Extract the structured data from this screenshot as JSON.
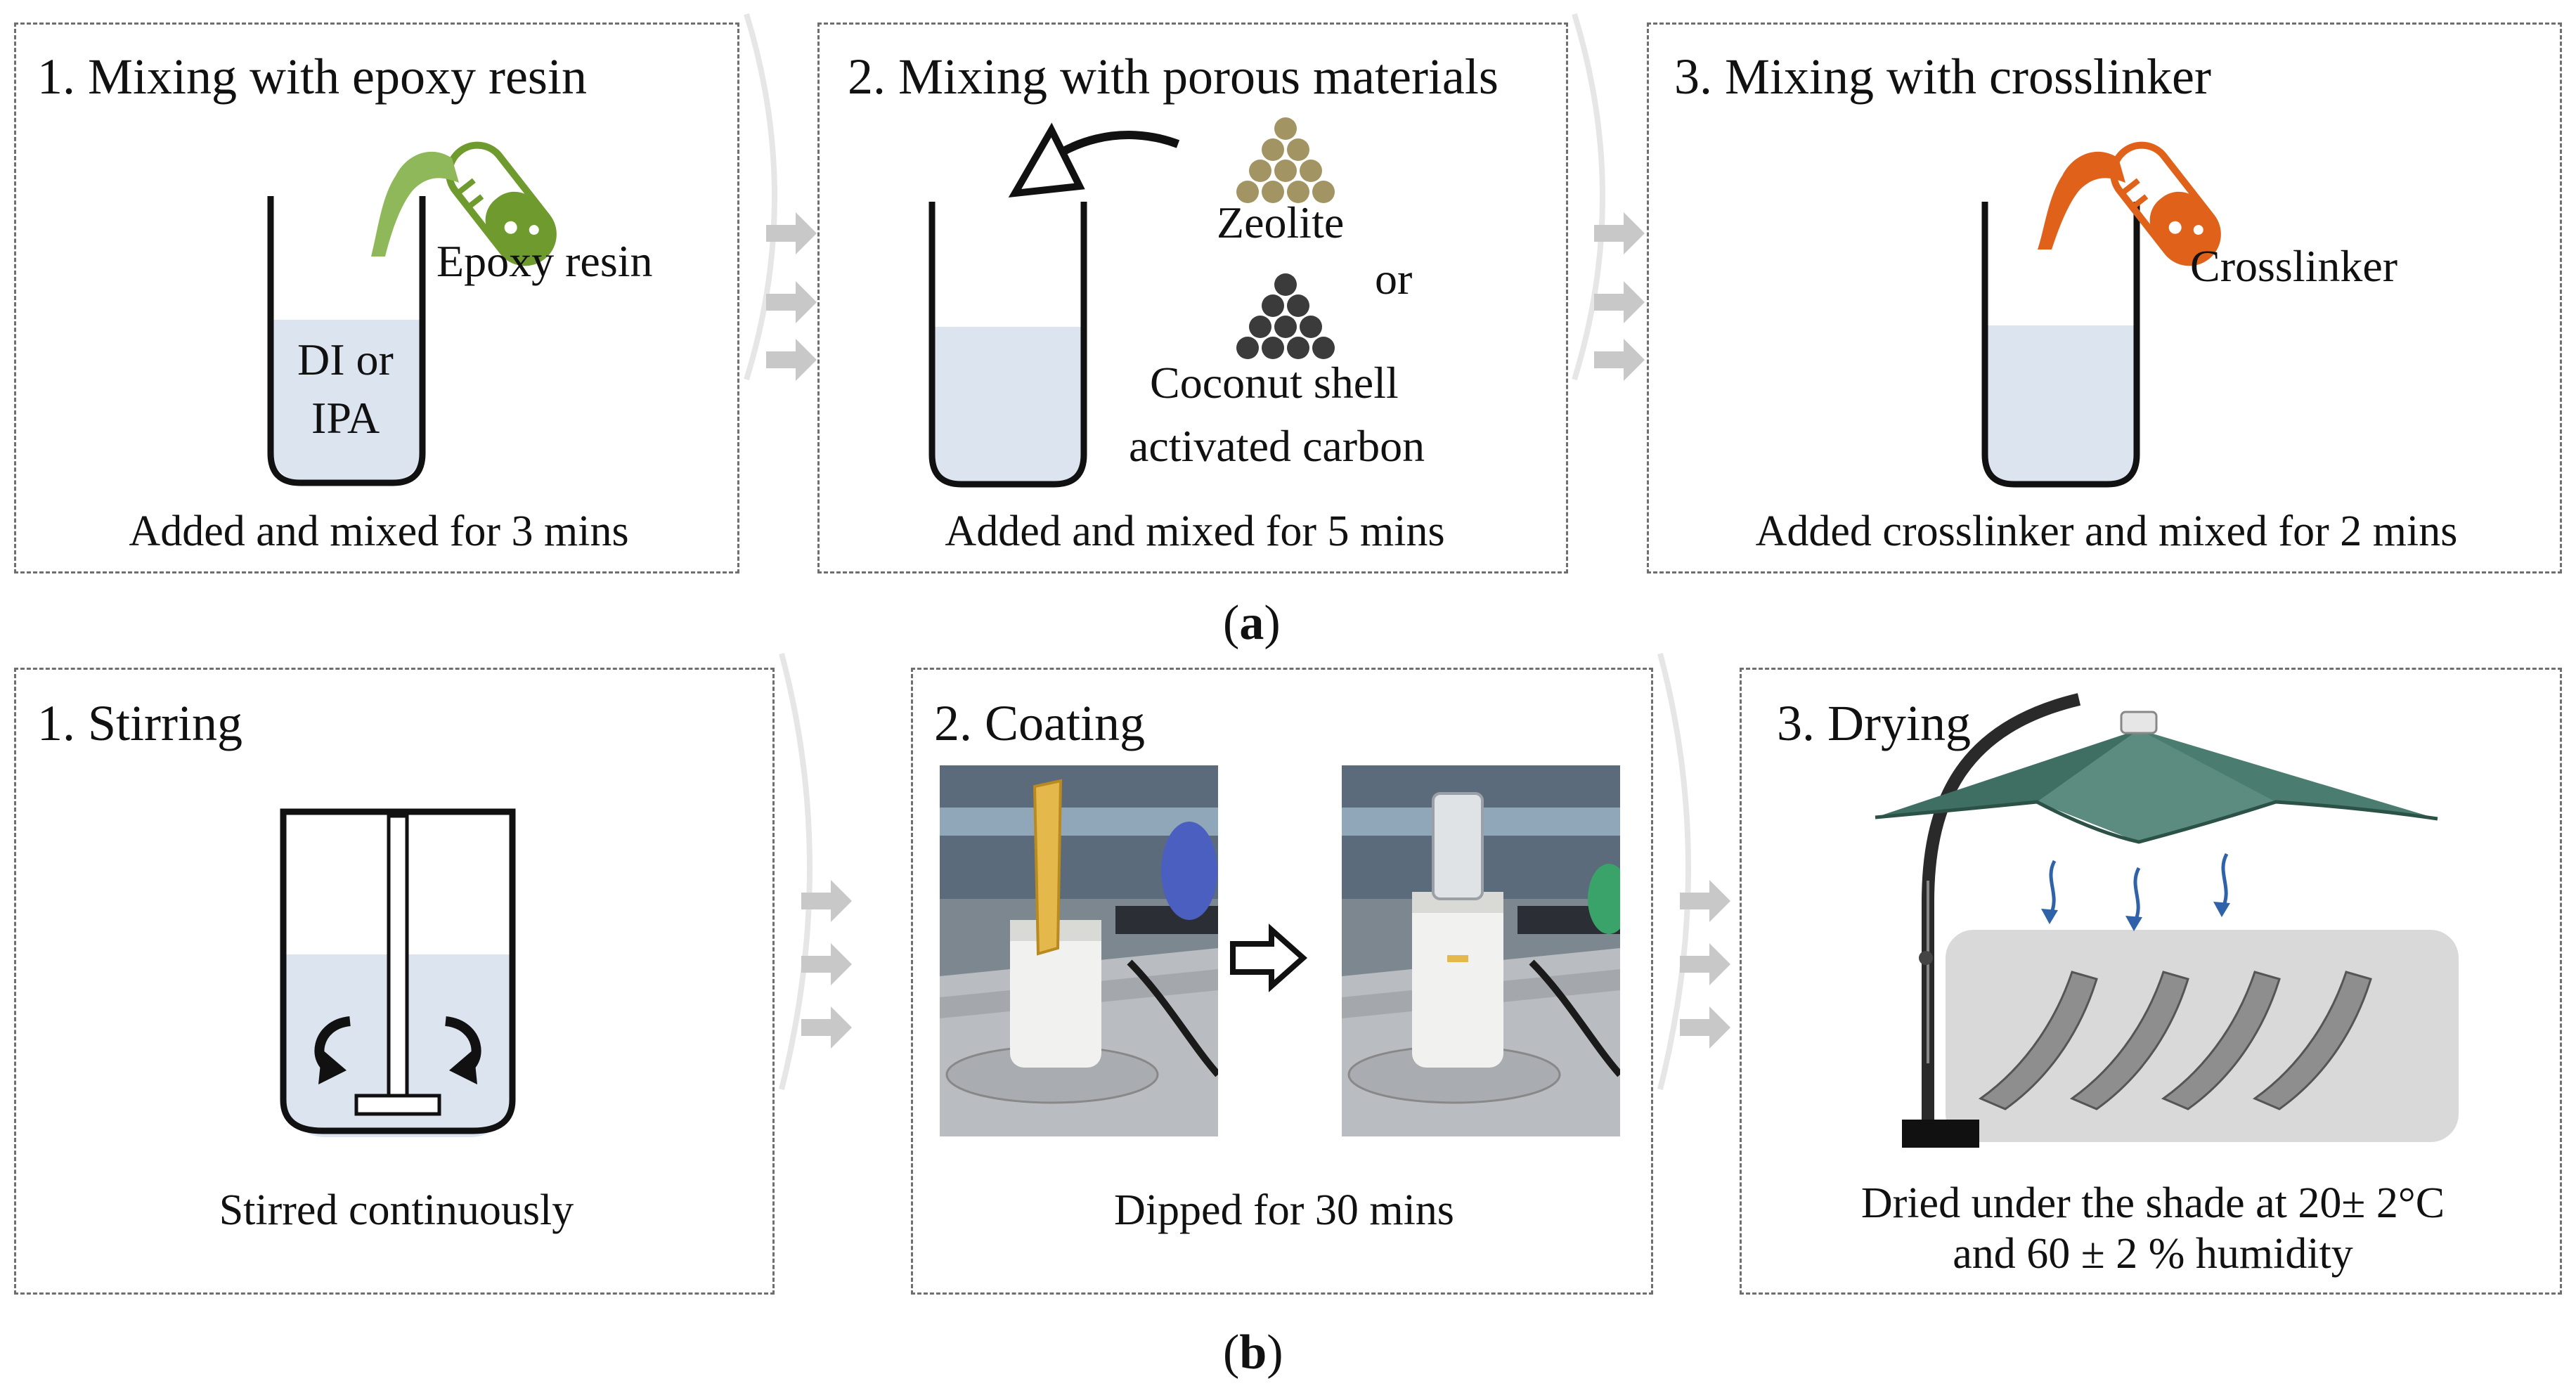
{
  "panel_a": {
    "subfigure_label_open": "(",
    "subfigure_label_letter": "a",
    "subfigure_label_close": ")",
    "steps": [
      {
        "title": "1. Mixing with epoxy resin",
        "liquid_label_line1": "DI or",
        "liquid_label_line2": "IPA",
        "reagent": "Epoxy resin",
        "caption": "Added and mixed for 3 mins",
        "reagent_color": "#6f9a2e"
      },
      {
        "title": "2. Mixing with porous materials",
        "material_1": "Zeolite",
        "or_label": "or",
        "material_2_line1": "Coconut shell",
        "material_2_line2": "activated carbon",
        "caption": "Added and mixed for 5 mins",
        "material_1_color": "#a39563",
        "material_2_color": "#3b3b3b"
      },
      {
        "title": "3. Mixing with crosslinker",
        "reagent": "Crosslinker",
        "caption": "Added crosslinker  and mixed for 2 mins",
        "reagent_color": "#e0621a"
      }
    ]
  },
  "panel_b": {
    "subfigure_label_open": "(",
    "subfigure_label_letter": "b",
    "subfigure_label_close": ")",
    "steps": [
      {
        "title": "1. Stirring",
        "caption": "Stirred continuously"
      },
      {
        "title": "2. Coating",
        "caption": "Dipped for 30 mins"
      },
      {
        "title": "3. Drying",
        "caption_line1": "Dried under the shade at 20± 2°C",
        "caption_line2": "and 60 ± 2 % humidity",
        "umbrella_color": "#3f6e62"
      }
    ]
  },
  "colors": {
    "liquid": "#dbe4ef",
    "arrow_gray": "#c8c8c8",
    "border": "#6f6f6f",
    "breeze_arrow": "#2f62a8"
  }
}
